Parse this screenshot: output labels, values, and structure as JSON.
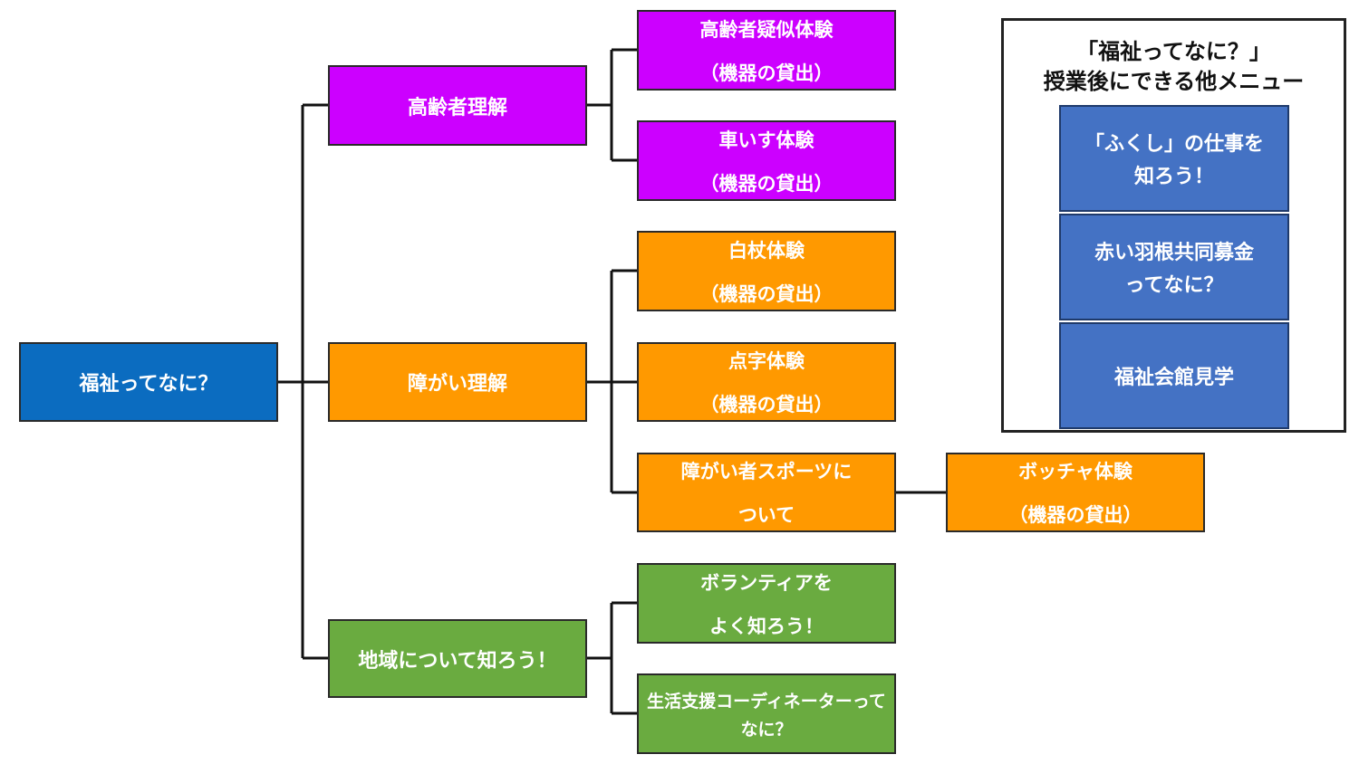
{
  "root": {
    "label": "福祉ってなに？",
    "color": "#0b6cc0"
  },
  "categories": [
    {
      "label": "高齢者理解",
      "color": "#cc00ff",
      "children": [
        {
          "line1": "高齢者疑似体験",
          "line2": "（機器の貸出）"
        },
        {
          "line1": "車いす体験",
          "line2": "（機器の貸出）"
        }
      ]
    },
    {
      "label": "障がい理解",
      "color": "#ff9900",
      "children": [
        {
          "line1": "白杖体験",
          "line2": "（機器の貸出）"
        },
        {
          "line1": "点字体験",
          "line2": "（機器の貸出）"
        },
        {
          "line1": "障がい者スポーツに",
          "line2": "ついて",
          "child": {
            "line1": "ボッチャ体験",
            "line2": "（機器の貸出）"
          }
        }
      ]
    },
    {
      "label": "地域について知ろう！",
      "color": "#6aab40",
      "children": [
        {
          "line1": "ボランティアを",
          "line2": "よく知ろう！"
        },
        {
          "line1": "生活支援コーディネーターって",
          "line2": "なに？"
        }
      ]
    }
  ],
  "other_menu": {
    "title_line1": "「福祉ってなに？」",
    "title_line2": "授業後にできる他メニュー",
    "color": "#4472c4",
    "items": [
      {
        "line1": "「ふくし」の仕事を",
        "line2": "知ろう！"
      },
      {
        "line1": "赤い羽根共同募金",
        "line2": "ってなに？"
      },
      {
        "line1": "福祉会館見学"
      }
    ]
  }
}
